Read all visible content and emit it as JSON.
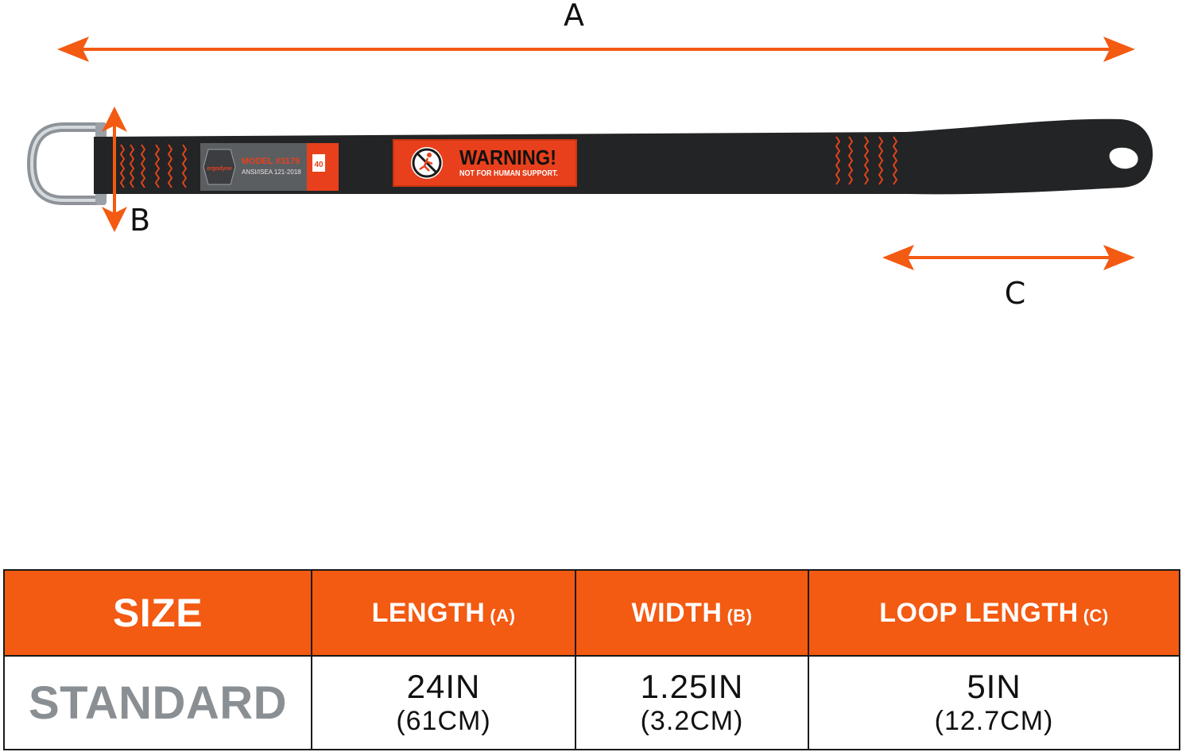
{
  "dimension_labels": {
    "a": "A",
    "b": "B",
    "c": "C"
  },
  "product_labels": {
    "brand": "ergodyne",
    "model": "MODEL #3179",
    "standard": "ANSI/ISEA 121-2018",
    "weight_rating": "40",
    "warning_title": "WARNING!",
    "warning_text": "NOT FOR HUMAN SUPPORT."
  },
  "colors": {
    "accent": "#f35a12",
    "strap": "#232425",
    "stitch": "#e2441a",
    "row_label": "#8a8f93"
  },
  "icons": {
    "ring": "d-ring-icon",
    "warning": "no-fall-person-icon"
  },
  "table": {
    "headers": [
      {
        "main": "SIZE",
        "sub": ""
      },
      {
        "main": "LENGTH",
        "sub": "(A)"
      },
      {
        "main": "WIDTH",
        "sub": "(B)"
      },
      {
        "main": "LOOP LENGTH",
        "sub": "(C)"
      }
    ],
    "row": {
      "label": "STANDARD",
      "values": [
        {
          "main": "24IN",
          "sub": "(61CM)"
        },
        {
          "main": "1.25IN",
          "sub": "(3.2CM)"
        },
        {
          "main": "5IN",
          "sub": "(12.7CM)"
        }
      ]
    }
  }
}
